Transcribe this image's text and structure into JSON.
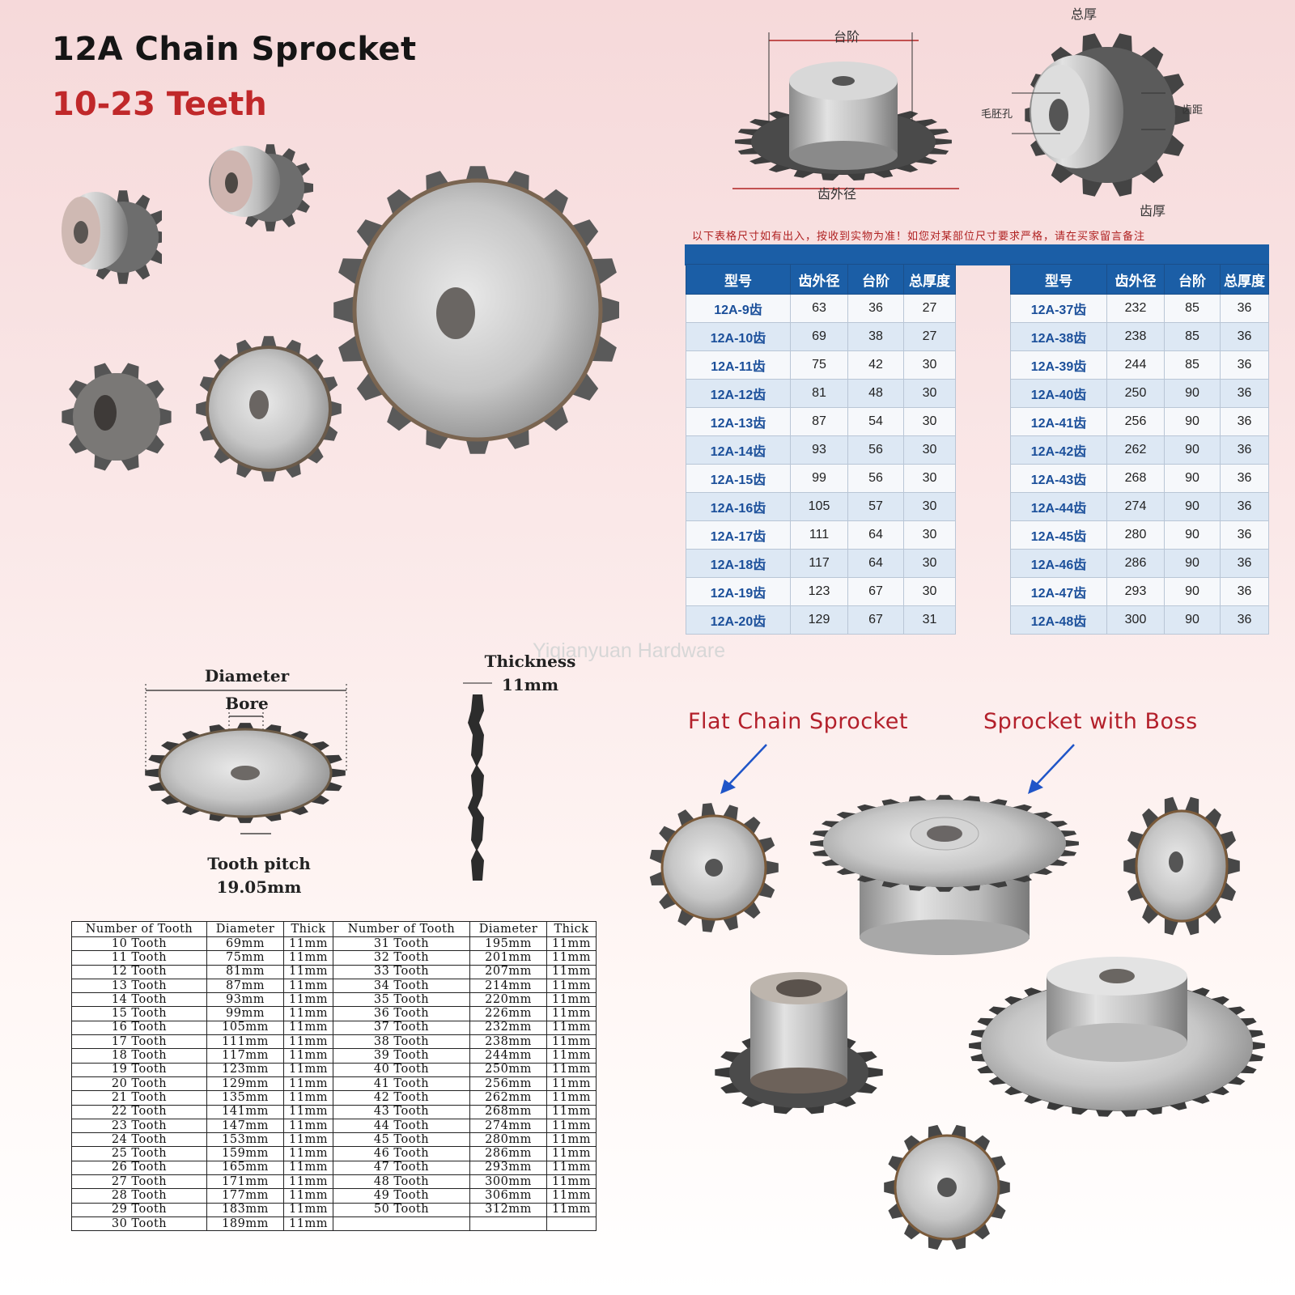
{
  "header": {
    "title": "12A Chain Sprocket",
    "subtitle": "10-23 Teeth"
  },
  "diagram_labels": {
    "boss": "台阶",
    "outer_dia": "齿外径",
    "total_thick": "总厚",
    "tooth_thick": "齿厚",
    "bore": "毛胚孔",
    "pitch": "齿距"
  },
  "note": "以下表格尺寸如有出入，按收到实物为准！如您对某部位尺寸要求严格，请在买家留言备注",
  "spec_table": {
    "headers": [
      "型号",
      "齿外径",
      "台阶",
      "总厚度"
    ],
    "left": [
      [
        "12A-9齿",
        "63",
        "36",
        "27"
      ],
      [
        "12A-10齿",
        "69",
        "38",
        "27"
      ],
      [
        "12A-11齿",
        "75",
        "42",
        "30"
      ],
      [
        "12A-12齿",
        "81",
        "48",
        "30"
      ],
      [
        "12A-13齿",
        "87",
        "54",
        "30"
      ],
      [
        "12A-14齿",
        "93",
        "56",
        "30"
      ],
      [
        "12A-15齿",
        "99",
        "56",
        "30"
      ],
      [
        "12A-16齿",
        "105",
        "57",
        "30"
      ],
      [
        "12A-17齿",
        "111",
        "64",
        "30"
      ],
      [
        "12A-18齿",
        "117",
        "64",
        "30"
      ],
      [
        "12A-19齿",
        "123",
        "67",
        "30"
      ],
      [
        "12A-20齿",
        "129",
        "67",
        "31"
      ]
    ],
    "right": [
      [
        "12A-37齿",
        "232",
        "85",
        "36"
      ],
      [
        "12A-38齿",
        "238",
        "85",
        "36"
      ],
      [
        "12A-39齿",
        "244",
        "85",
        "36"
      ],
      [
        "12A-40齿",
        "250",
        "90",
        "36"
      ],
      [
        "12A-41齿",
        "256",
        "90",
        "36"
      ],
      [
        "12A-42齿",
        "262",
        "90",
        "36"
      ],
      [
        "12A-43齿",
        "268",
        "90",
        "36"
      ],
      [
        "12A-44齿",
        "274",
        "90",
        "36"
      ],
      [
        "12A-45齿",
        "280",
        "90",
        "36"
      ],
      [
        "12A-46齿",
        "286",
        "90",
        "36"
      ],
      [
        "12A-47齿",
        "293",
        "90",
        "36"
      ],
      [
        "12A-48齿",
        "300",
        "90",
        "36"
      ]
    ]
  },
  "watermark": "Yiqianyuan Hardware",
  "dimensions": {
    "diameter": "Diameter",
    "bore": "Bore",
    "tooth_pitch": "Tooth pitch",
    "pitch_value": "19.05mm",
    "thickness": "Thickness",
    "thickness_value": "11mm"
  },
  "tooth_table": {
    "headers": [
      "Number of Tooth",
      "Diameter",
      "Thick",
      "Number of Tooth",
      "Diameter",
      "Thick"
    ],
    "rows": [
      [
        "10 Tooth",
        "69mm",
        "11mm",
        "31 Tooth",
        "195mm",
        "11mm"
      ],
      [
        "11 Tooth",
        "75mm",
        "11mm",
        "32 Tooth",
        "201mm",
        "11mm"
      ],
      [
        "12 Tooth",
        "81mm",
        "11mm",
        "33 Tooth",
        "207mm",
        "11mm"
      ],
      [
        "13 Tooth",
        "87mm",
        "11mm",
        "34 Tooth",
        "214mm",
        "11mm"
      ],
      [
        "14 Tooth",
        "93mm",
        "11mm",
        "35 Tooth",
        "220mm",
        "11mm"
      ],
      [
        "15 Tooth",
        "99mm",
        "11mm",
        "36 Tooth",
        "226mm",
        "11mm"
      ],
      [
        "16 Tooth",
        "105mm",
        "11mm",
        "37 Tooth",
        "232mm",
        "11mm"
      ],
      [
        "17 Tooth",
        "111mm",
        "11mm",
        "38 Tooth",
        "238mm",
        "11mm"
      ],
      [
        "18 Tooth",
        "117mm",
        "11mm",
        "39 Tooth",
        "244mm",
        "11mm"
      ],
      [
        "19 Tooth",
        "123mm",
        "11mm",
        "40 Tooth",
        "250mm",
        "11mm"
      ],
      [
        "20 Tooth",
        "129mm",
        "11mm",
        "41 Tooth",
        "256mm",
        "11mm"
      ],
      [
        "21 Tooth",
        "135mm",
        "11mm",
        "42 Tooth",
        "262mm",
        "11mm"
      ],
      [
        "22 Tooth",
        "141mm",
        "11mm",
        "43 Tooth",
        "268mm",
        "11mm"
      ],
      [
        "23 Tooth",
        "147mm",
        "11mm",
        "44 Tooth",
        "274mm",
        "11mm"
      ],
      [
        "24 Tooth",
        "153mm",
        "11mm",
        "45 Tooth",
        "280mm",
        "11mm"
      ],
      [
        "25 Tooth",
        "159mm",
        "11mm",
        "46 Tooth",
        "286mm",
        "11mm"
      ],
      [
        "26 Tooth",
        "165mm",
        "11mm",
        "47 Tooth",
        "293mm",
        "11mm"
      ],
      [
        "27 Tooth",
        "171mm",
        "11mm",
        "48 Tooth",
        "300mm",
        "11mm"
      ],
      [
        "28 Tooth",
        "177mm",
        "11mm",
        "49 Tooth",
        "306mm",
        "11mm"
      ],
      [
        "29 Tooth",
        "183mm",
        "11mm",
        "50 Tooth",
        "312mm",
        "11mm"
      ],
      [
        "30 Tooth",
        "189mm",
        "11mm",
        "",
        "",
        " "
      ]
    ]
  },
  "types": {
    "flat": "Flat Chain Sprocket",
    "boss": "Sprocket with Boss"
  },
  "colors": {
    "title_red": "#c0282a",
    "table_blue": "#1b5ea6",
    "arrow_blue": "#1f55c8"
  }
}
